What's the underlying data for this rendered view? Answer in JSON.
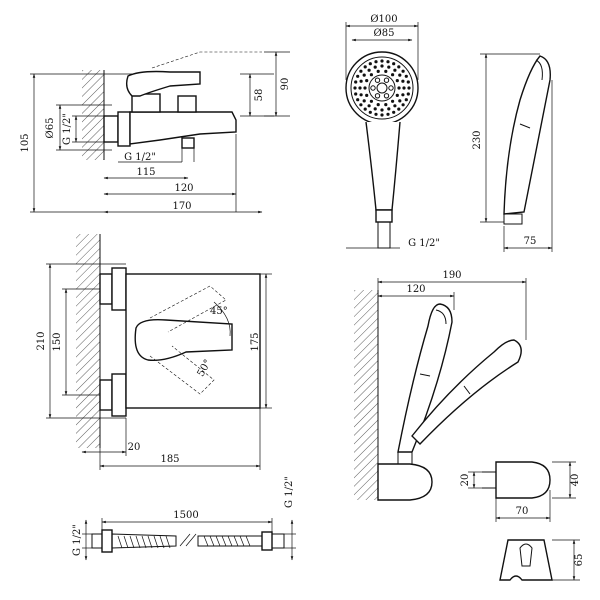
{
  "dims": {
    "faucet_side": {
      "h105": "105",
      "d65": "Ø65",
      "g_left": "G 1/2\"",
      "h58": "58",
      "h90": "90",
      "g_bottom": "G 1/2\"",
      "w115": "115",
      "w120": "120",
      "w170": "170"
    },
    "shower_head": {
      "d100": "Ø100",
      "d85": "Ø85",
      "h230": "230",
      "g": "G 1/2\"",
      "w75": "75"
    },
    "faucet_front": {
      "h210": "210",
      "h150": "150",
      "h175": "175",
      "a45": "45°",
      "a50": "50°",
      "w20": "20",
      "w185": "185"
    },
    "holder_assembly": {
      "w190": "190",
      "w120": "120"
    },
    "wall_holder": {
      "h20": "20",
      "h40": "40",
      "w70": "70",
      "h65": "65"
    },
    "hose": {
      "len": "1500",
      "g_left": "G 1/2\"",
      "g_right": "G 1/2\""
    }
  }
}
